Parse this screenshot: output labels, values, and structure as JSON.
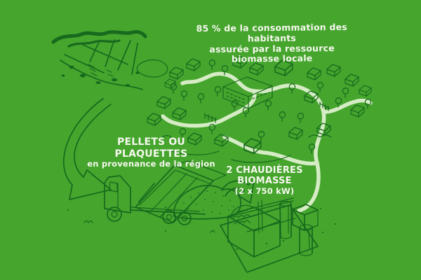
{
  "colors": {
    "background": "#45a52d",
    "line": "#17691d",
    "pipe": "#d6ecc5",
    "text": "#f6f8ee"
  },
  "headline": {
    "line1": "85 % de la consommation des habitants",
    "line2": "assurée par la ressource biomasse locale"
  },
  "labels": {
    "pellets": {
      "title": "PELLETS OU PLAQUETTES",
      "subtitle": "en provenance de la région"
    },
    "boilers": {
      "title": "2 CHAUDIÈRES BIOMASSE",
      "subtitle": "(2 x 750 kW)"
    }
  },
  "illustrations": {
    "fields": "aerial-fields-sketch",
    "flow_arrow": "fields-to-truck-arrow",
    "village": "village-with-district-heating",
    "heat_network": "district-heat-pipe",
    "truck": "dump-truck-unloading",
    "pile": "wood-chips-pile",
    "transfer_arrow": "pile-to-boiler-arrow",
    "plant": "biomass-boiler-plant"
  }
}
